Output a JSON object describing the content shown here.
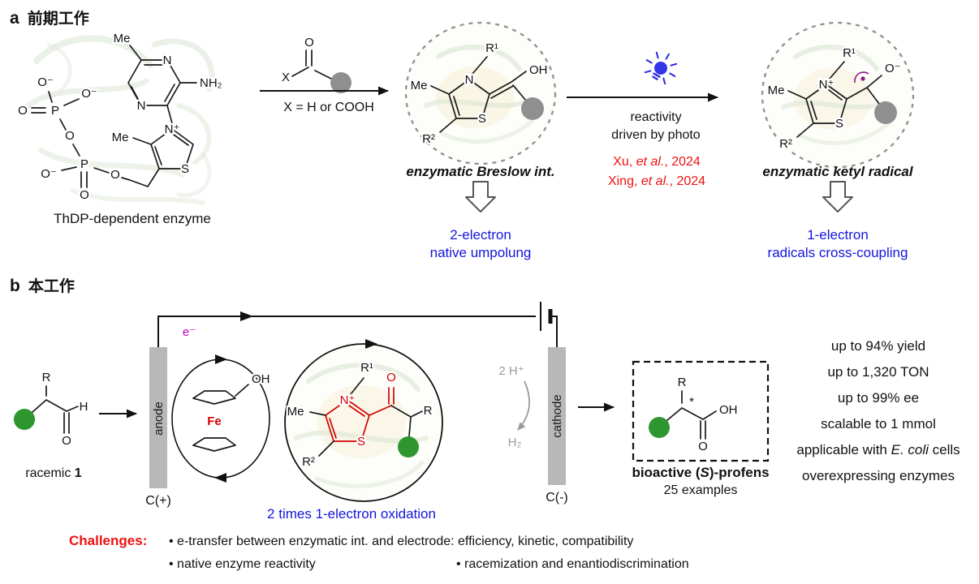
{
  "colors": {
    "accent_blue": "#1414dd",
    "accent_red": "#ee1111",
    "structure_red": "#d40000",
    "magenta": "#c000c0",
    "radical_purple": "#8b1a8b",
    "green_sphere": "#2e962e",
    "gray_sphere": "#8f8f8f",
    "electrode_gray": "#b8b8b8"
  },
  "panel_a": {
    "label": "a",
    "title": "前期工作",
    "thdp": {
      "caption": "ThDP-dependent enzyme",
      "atoms": {
        "me_pyr": "Me",
        "n_pyr_1": "N",
        "n_pyr_2": "N",
        "nh2": "NH₂",
        "n_plus": "N⁺",
        "s": "S",
        "me_thz": "Me",
        "p_alpha": "P",
        "p_beta": "P",
        "o_ester": "O",
        "o_bridge": "O",
        "o_dbl_1": "O",
        "o_dbl_2": "O",
        "o_minus_1": "O⁻",
        "o_minus_2": "O⁻",
        "o_minus_3": "O⁻"
      }
    },
    "acylation": {
      "x": "X",
      "o": "O",
      "condition": "X = H or COOH"
    },
    "breslow": {
      "atoms": {
        "r1": "R¹",
        "me": "Me",
        "r2": "R²",
        "n": "N",
        "s": "S",
        "oh": "OH"
      },
      "caption": "enzymatic Breslow int.",
      "outcome_line1": "2-electron",
      "outcome_line2": "native umpolung"
    },
    "photo": {
      "line1": "reactivity",
      "line2": "driven by photo",
      "ref1_pre": "Xu, ",
      "ref1_italic": "et al.",
      "ref1_post": ", 2024",
      "ref2_pre": "Xing, ",
      "ref2_italic": "et al.",
      "ref2_post": ", 2024"
    },
    "ketyl": {
      "atoms": {
        "r1": "R¹",
        "me": "Me",
        "r2": "R²",
        "n_plus": "N⁺",
        "s": "S",
        "o_minus": "O⁻"
      },
      "caption": "enzymatic ketyl radical",
      "outcome_line1": "1-electron",
      "outcome_line2": "radicals cross-coupling"
    }
  },
  "panel_b": {
    "label": "b",
    "title": "本工作",
    "substrate": {
      "atoms": {
        "r": "R",
        "h": "H",
        "o": "O"
      },
      "caption_pre": "racemic ",
      "caption_bold": "1"
    },
    "circuit": {
      "electron": "e⁻"
    },
    "anode": {
      "name": "anode",
      "terminal": "C(+)"
    },
    "cathode": {
      "name": "cathode",
      "terminal": "C(-)"
    },
    "mediator": {
      "fe": "Fe",
      "oh": "OH"
    },
    "enzyme_intermediate": {
      "atoms": {
        "r1": "R¹",
        "me": "Me",
        "r2": "R²",
        "n_plus": "N⁺",
        "s": "S",
        "o": "O",
        "r": "R"
      }
    },
    "oxidation_caption": "2 times 1-electron oxidation",
    "cathode_reaction": {
      "protons": "2 H⁺",
      "hydrogen": "H₂"
    },
    "product": {
      "atoms": {
        "r": "R",
        "star": "*",
        "oh": "OH",
        "o": "O"
      },
      "caption_pre": "bioactive (",
      "caption_italic": "S",
      "caption_post": ")-profens",
      "examples": "25 examples"
    },
    "stats": [
      "up to 94% yield",
      "up to 1,320 TON",
      "up to 99% ee",
      "scalable to 1 mmol"
    ],
    "applicability": {
      "line1_pre": "applicable with ",
      "line1_italic": "E. coli",
      "line1_post": " cells",
      "line2": "overexpressing enzymes"
    },
    "challenges": {
      "label": "Challenges:",
      "items": [
        "• e-transfer between enzymatic int. and electrode: efficiency, kinetic, compatibility",
        "• native enzyme reactivity",
        "• racemization and enantiodiscrimination"
      ]
    }
  }
}
